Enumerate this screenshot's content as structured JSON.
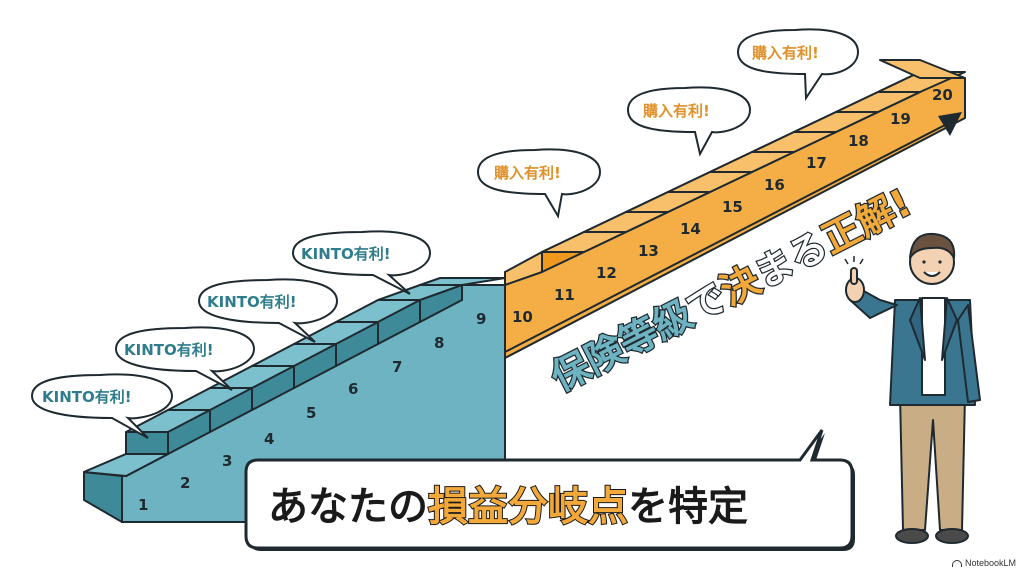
{
  "diagram": {
    "colors": {
      "teal_top": "#6db3c2",
      "teal_riser": "#3e8a99",
      "teal_side": "#5aa6b6",
      "orange_top": "#f7b24a",
      "orange_riser": "#ef9a1e",
      "orange_side": "#f5ad45",
      "outline": "#1f2a30",
      "kinto_text": "#2f7d8c",
      "buy_text": "#e0912a",
      "headline_highlight": "#f3a93a"
    },
    "steps": [
      "1",
      "2",
      "3",
      "4",
      "5",
      "6",
      "7",
      "8",
      "9",
      "10",
      "11",
      "12",
      "13",
      "14",
      "15",
      "16",
      "17",
      "18",
      "19",
      "20"
    ],
    "kinto_bubbles": [
      "KINTO有利!",
      "KINTO有利!",
      "KINTO有利!",
      "KINTO有利!"
    ],
    "buy_bubbles": [
      "購入有利!",
      "購入有利!",
      "購入有利!"
    ],
    "diagonal_slogan": {
      "part1": "保険等級",
      "part2": "で",
      "part3": "決",
      "part4": "まる",
      "part5": "正解",
      "part6": "!"
    },
    "headline": {
      "prefix": "あなたの",
      "highlight": "損益分岐点",
      "suffix": "を特定"
    },
    "watermark": "NotebookLM"
  }
}
